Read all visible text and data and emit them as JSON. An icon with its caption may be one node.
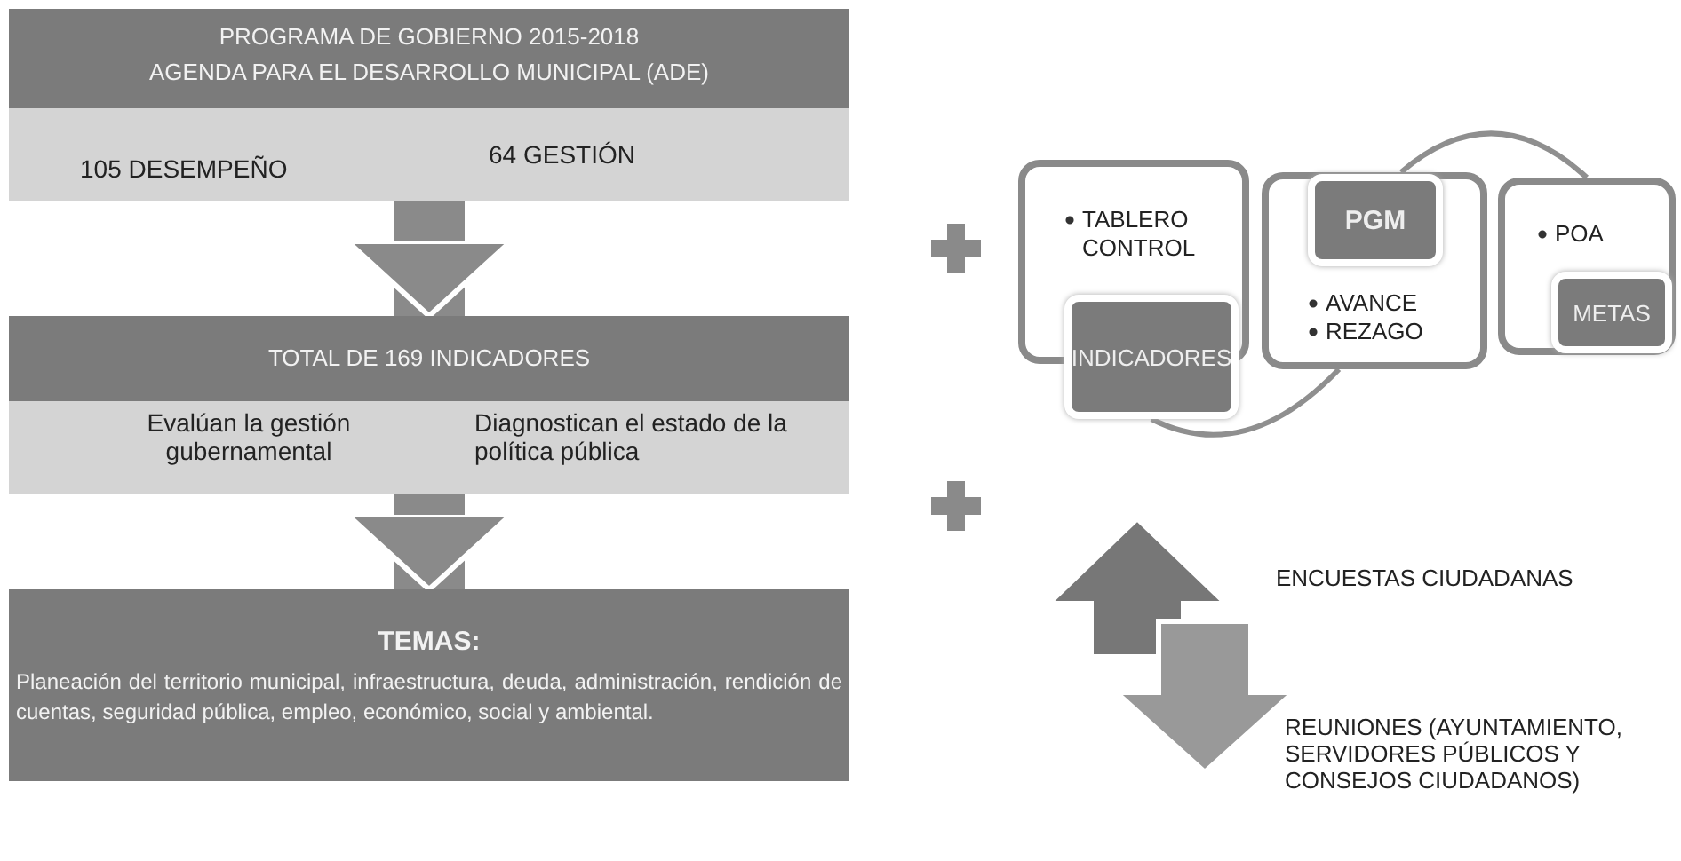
{
  "diagram": {
    "nodes": [
      {
        "text": [
          "PROGRAMA DE GOBIERNO 2015-2018",
          "AGENDA PARA EL DESARROLLO MUNICIPAL (ADE)"
        ]
      },
      {
        "text": [
          "105 DESEMPEÑO",
          "64 GESTIÓN"
        ]
      },
      {
        "text": [
          "TOTAL DE 169 INDICADORES"
        ]
      },
      {
        "text": [
          "Evalúan la gestión gubernamental",
          "Diagnostican el estado de la política pública"
        ]
      },
      {
        "text": [
          "TEMAS:",
          "Planeación del territorio municipal, infraestructura, deuda, administración, rendición de cuentas, seguridad pública, empleo, económico, social y ambiental."
        ]
      },
      {
        "text": [
          "TABLERO CONTROL"
        ]
      },
      {
        "text": [
          "INDICADORES"
        ]
      },
      {
        "text": [
          "AVANCE",
          "REZAGO"
        ]
      },
      {
        "text": [
          "PGM"
        ],
        "in": 7
      },
      {
        "text": [
          "POA"
        ]
      },
      {
        "text": [
          "METAS"
        ],
        "in": 9
      }
    ],
    "edges": [
      {
        "from": 1,
        "to": 2,
        "arrow": "to",
        "style": "thick"
      },
      {
        "from": 3,
        "to": 4,
        "arrow": "to",
        "style": "thick"
      },
      {
        "from": 6,
        "to": 7,
        "arrow": "none"
      },
      {
        "from": 7,
        "to": 9,
        "arrow": "none"
      }
    ],
    "labels": [
      "ENCUESTAS CIUDADANAS",
      "REUNIONES (AYUNTAMIENTO, SERVIDORES PÚBLICOS Y CONSEJOS CIUDADANOS)"
    ]
  }
}
